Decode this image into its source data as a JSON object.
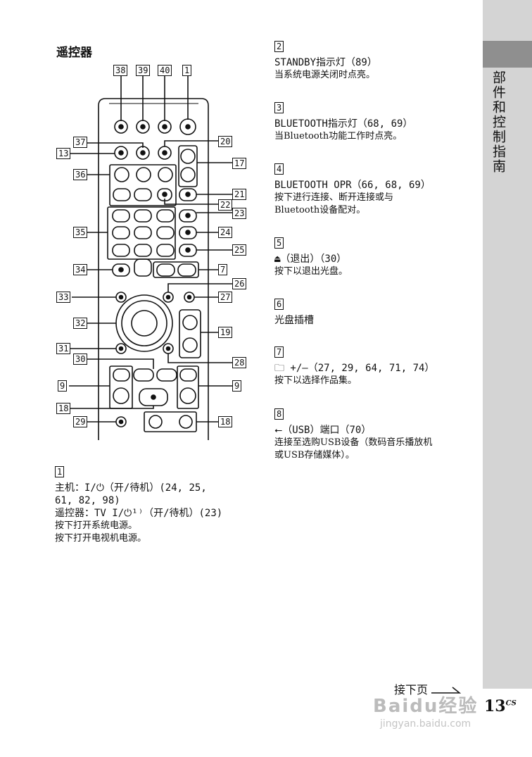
{
  "sidebar": {
    "title": "部件和控制指南"
  },
  "section": {
    "title": "遥控器"
  },
  "callouts": {
    "n38": "38",
    "n39": "39",
    "n40": "40",
    "n1": "1",
    "n37": "37",
    "n20": "20",
    "n13": "13",
    "n17": "17",
    "n36": "36",
    "n21": "21",
    "n22": "22",
    "n23": "23",
    "n35": "35",
    "n24": "24",
    "n25": "25",
    "n34": "34",
    "n7": "7",
    "n26": "26",
    "n33": "33",
    "n27": "27",
    "n32": "32",
    "n19": "19",
    "n31": "31",
    "n28": "28",
    "n30": "30",
    "n9a": "9",
    "n9b": "9",
    "n18a": "18",
    "n29": "29",
    "n18b": "18"
  },
  "items": [
    {
      "num": "1",
      "lines": [
        "主机：I/⏻（开/待机）(24, 25,",
        "61, 82, 98)",
        "遥控器：TV I/⏻¹⁾（开/待机）(23)"
      ],
      "desc": [
        "按下打开系统电源。",
        "按下打开电视机电源。"
      ]
    },
    {
      "num": "2",
      "lines": [
        "STANDBY指示灯（89）"
      ],
      "desc": [
        "当系统电源关闭时点亮。"
      ]
    },
    {
      "num": "3",
      "lines": [
        "BLUETOOTH指示灯（68, 69）"
      ],
      "desc": [
        "当Bluetooth功能工作时点亮。"
      ]
    },
    {
      "num": "4",
      "lines": [
        "BLUETOOTH OPR（66, 68, 69）"
      ],
      "desc": [
        "按下进行连接、断开连接或与",
        "Bluetooth设备配对。"
      ]
    },
    {
      "num": "5",
      "lines": [
        "⏏（退出）（30）"
      ],
      "desc": [
        "按下以退出光盘。"
      ]
    },
    {
      "num": "6",
      "lines": [
        "光盘插槽"
      ],
      "desc": []
    },
    {
      "num": "7",
      "lines": [
        "🗀 +/–（27, 29, 64, 71, 74）"
      ],
      "desc": [
        "按下以选择作品集。"
      ]
    },
    {
      "num": "8",
      "lines": [
        "⭠（USB）端口（70）"
      ],
      "desc": [
        "连接至选购USB设备（数码音乐播放机",
        "或USB存储媒体）。"
      ]
    }
  ],
  "footer": {
    "next": "接下页",
    "page": "13",
    "page_suffix": "CS"
  },
  "watermark": {
    "brand": "Baidu经验",
    "url": "jingyan.baidu.com"
  }
}
